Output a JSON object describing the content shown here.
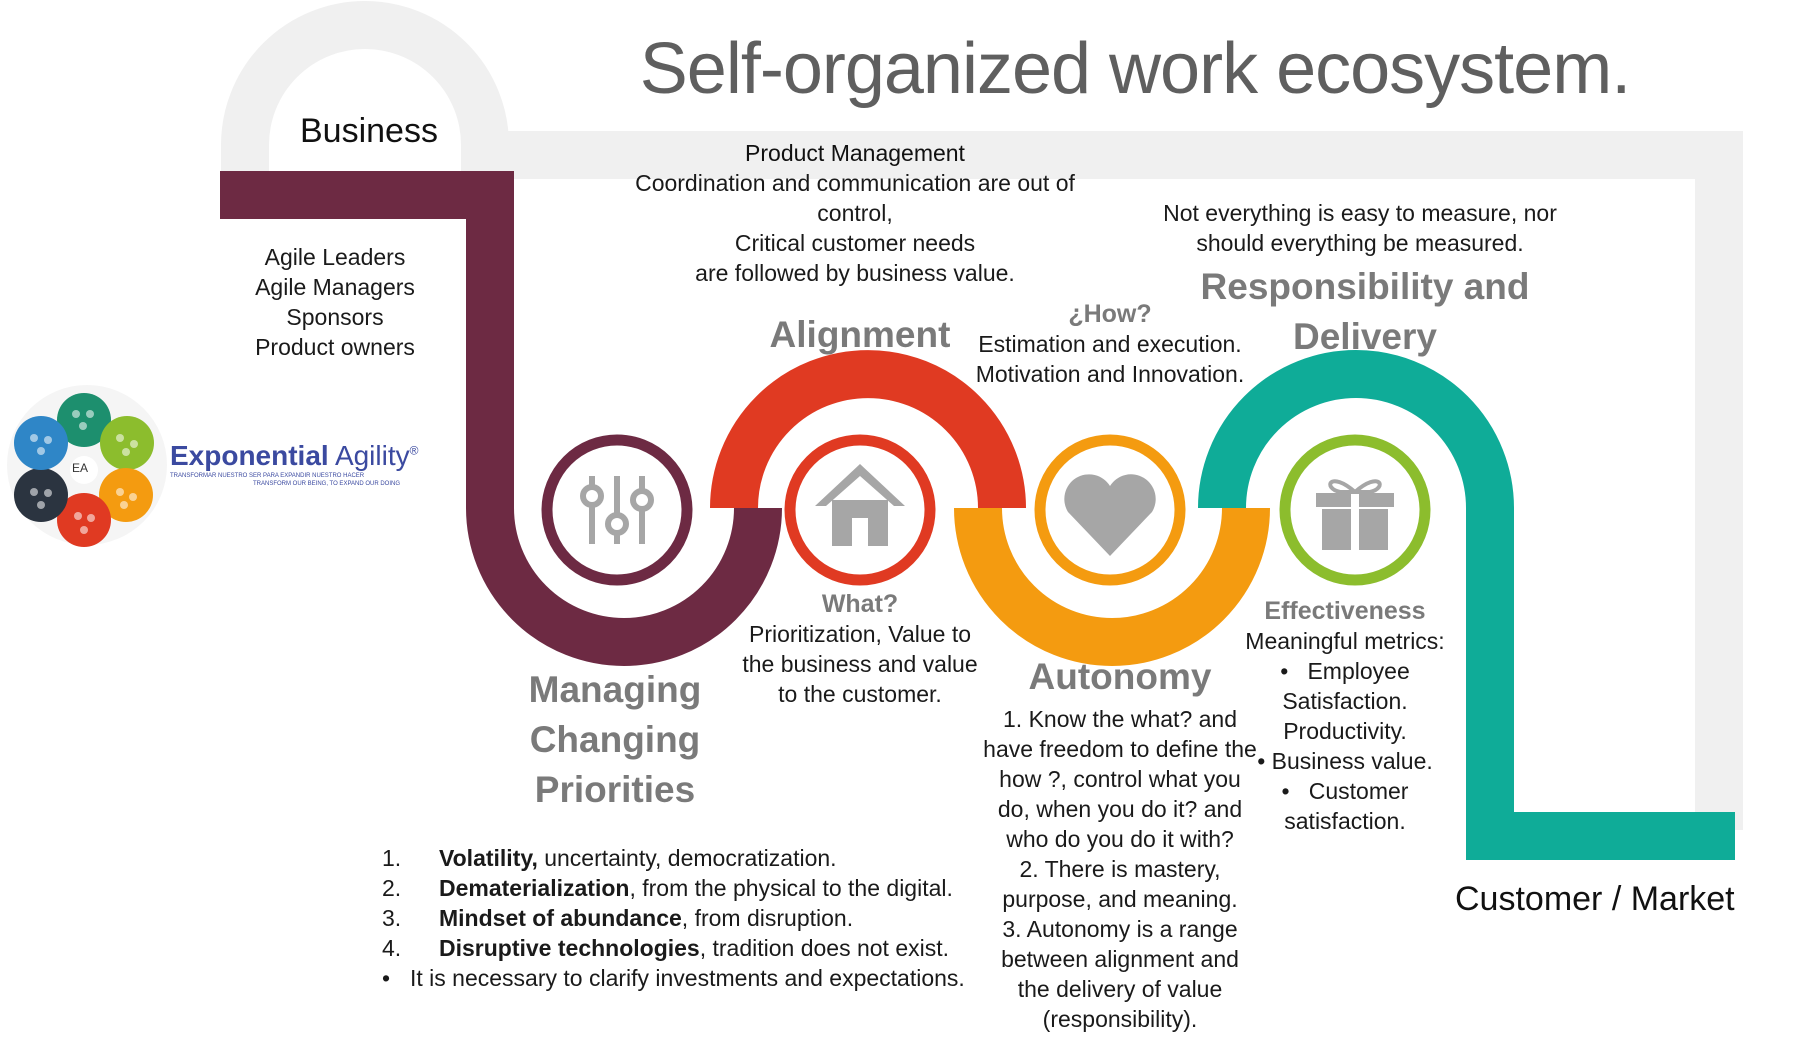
{
  "title": "Self-organized work ecosystem.",
  "start_label": "Business",
  "end_label": "Customer / Market",
  "business_roles": [
    "Agile Leaders",
    "Agile Managers",
    "Sponsors",
    "Product owners"
  ],
  "logo": {
    "name_part1": "Exponential",
    "name_part2": "Agility",
    "mark": "®",
    "initials": "EA",
    "tagline_es": "TRANSFORMAR NUESTRO SER PARA EXPANDIR NUESTRO HACER",
    "tagline_en": "TRANSFORM OUR BEING, TO EXPAND OUR DOING"
  },
  "product_management": {
    "heading": "Product Management",
    "lines": [
      "Coordination and communication are out of",
      "control,",
      "Critical customer needs",
      "are followed by business value."
    ]
  },
  "measure_note": [
    "Not everything is easy to measure, nor",
    "should everything be measured."
  ],
  "stages": {
    "managing": {
      "heading_lines": [
        "Managing",
        "Changing",
        "Priorities"
      ],
      "icon": "sliders-icon",
      "color": "#6d2a43",
      "items": [
        {
          "num": "1.",
          "bold": "Volatility,",
          "rest": " uncertainty, democratization."
        },
        {
          "num": "2.",
          "bold": "Dematerialization",
          "rest": ", from the physical to the digital."
        },
        {
          "num": "3.",
          "bold": "Mindset of abundance",
          "rest": ", from disruption."
        },
        {
          "num": "4.",
          "bold": "Disruptive technologies",
          "rest": ", tradition does not exist."
        }
      ],
      "bullet": "It is necessary to clarify investments and expectations."
    },
    "alignment": {
      "heading": "Alignment",
      "icon": "house-icon",
      "color": "#e03a22",
      "sub": "What?",
      "lines": [
        "Prioritization, Value to",
        "the business and value",
        "to the customer."
      ]
    },
    "autonomy": {
      "heading": "Autonomy",
      "icon": "heart-icon",
      "color": "#f49b10",
      "sub": "¿How?",
      "sub_lines": [
        "Estimation and execution.",
        "Motivation and Innovation."
      ],
      "lines": [
        "1. Know the what? and",
        "have freedom to define the",
        "how ?, control what you",
        "do, when you do it? and",
        "who do you do it with?",
        "2. There is mastery,",
        "purpose, and meaning.",
        "3. Autonomy is a range",
        "between alignment and",
        "the delivery of value",
        "(responsibility)."
      ]
    },
    "responsibility": {
      "heading_lines": [
        "Responsibility and",
        "Delivery"
      ],
      "icon": "gift-icon",
      "color": "#0fac98",
      "ring_color": "#8cbd2d",
      "sub": "Effectiveness",
      "intro": "Meaningful metrics:",
      "items": [
        "Employee",
        "Satisfaction.",
        "Productivity.",
        "Business value.",
        "Customer",
        "satisfaction."
      ]
    }
  }
}
